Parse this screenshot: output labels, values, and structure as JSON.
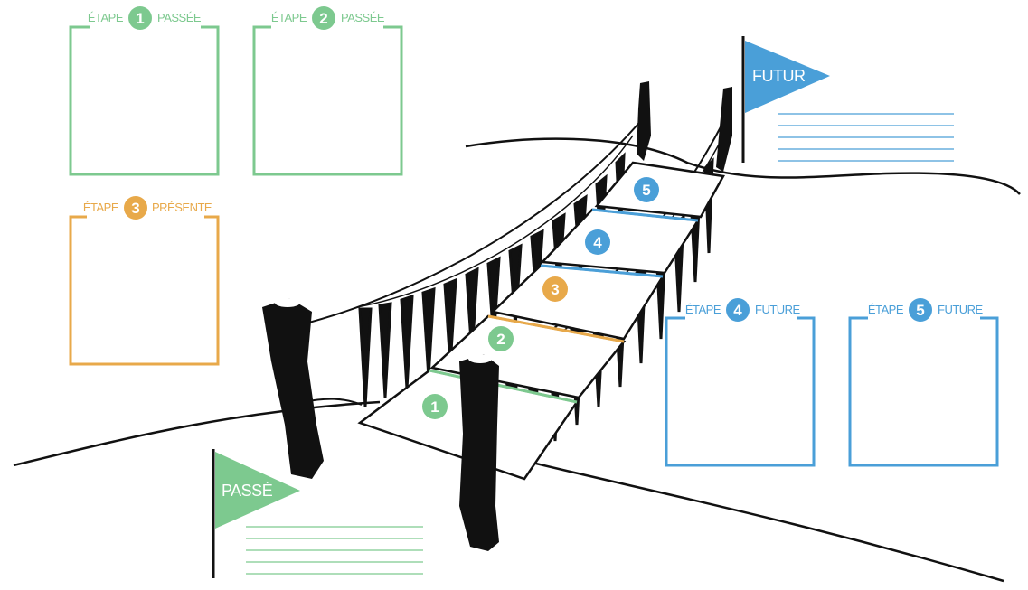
{
  "colors": {
    "past": "#7dc98f",
    "present": "#e8a94a",
    "future": "#4a9fd8",
    "ink": "#111111"
  },
  "boxes": [
    {
      "word": "ÉTAPE",
      "num": "1",
      "state": "PASSÉE",
      "color": "#7dc98f"
    },
    {
      "word": "ÉTAPE",
      "num": "2",
      "state": "PASSÉE",
      "color": "#7dc98f"
    },
    {
      "word": "ÉTAPE",
      "num": "3",
      "state": "PRÉSENTE",
      "color": "#e8a94a"
    },
    {
      "word": "ÉTAPE",
      "num": "4",
      "state": "FUTURE",
      "color": "#4a9fd8"
    },
    {
      "word": "ÉTAPE",
      "num": "5",
      "state": "FUTURE",
      "color": "#4a9fd8"
    }
  ],
  "flags": {
    "past": {
      "label": "PASSÉ",
      "color": "#7dc98f"
    },
    "future": {
      "label": "FUTUR",
      "color": "#4a9fd8"
    }
  },
  "bridge_steps": [
    {
      "num": "1",
      "color": "#7dc98f"
    },
    {
      "num": "2",
      "color": "#7dc98f"
    },
    {
      "num": "3",
      "color": "#e8a94a"
    },
    {
      "num": "4",
      "color": "#4a9fd8"
    },
    {
      "num": "5",
      "color": "#4a9fd8"
    }
  ]
}
